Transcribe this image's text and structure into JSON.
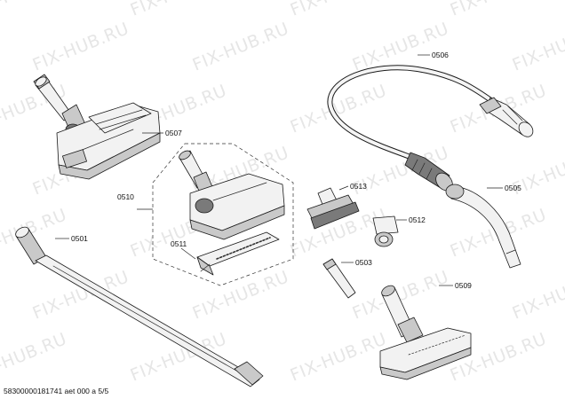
{
  "watermark": "FIX-HUB.RU",
  "footer": "58300000181741 aet 000 a 5/5",
  "parts": {
    "p0507": "0507",
    "p0506": "0506",
    "p0510": "0510",
    "p0511": "0511",
    "p0513": "0513",
    "p0512": "0512",
    "p0505": "0505",
    "p0501": "0501",
    "p0503": "0503",
    "p0509": "0509"
  }
}
